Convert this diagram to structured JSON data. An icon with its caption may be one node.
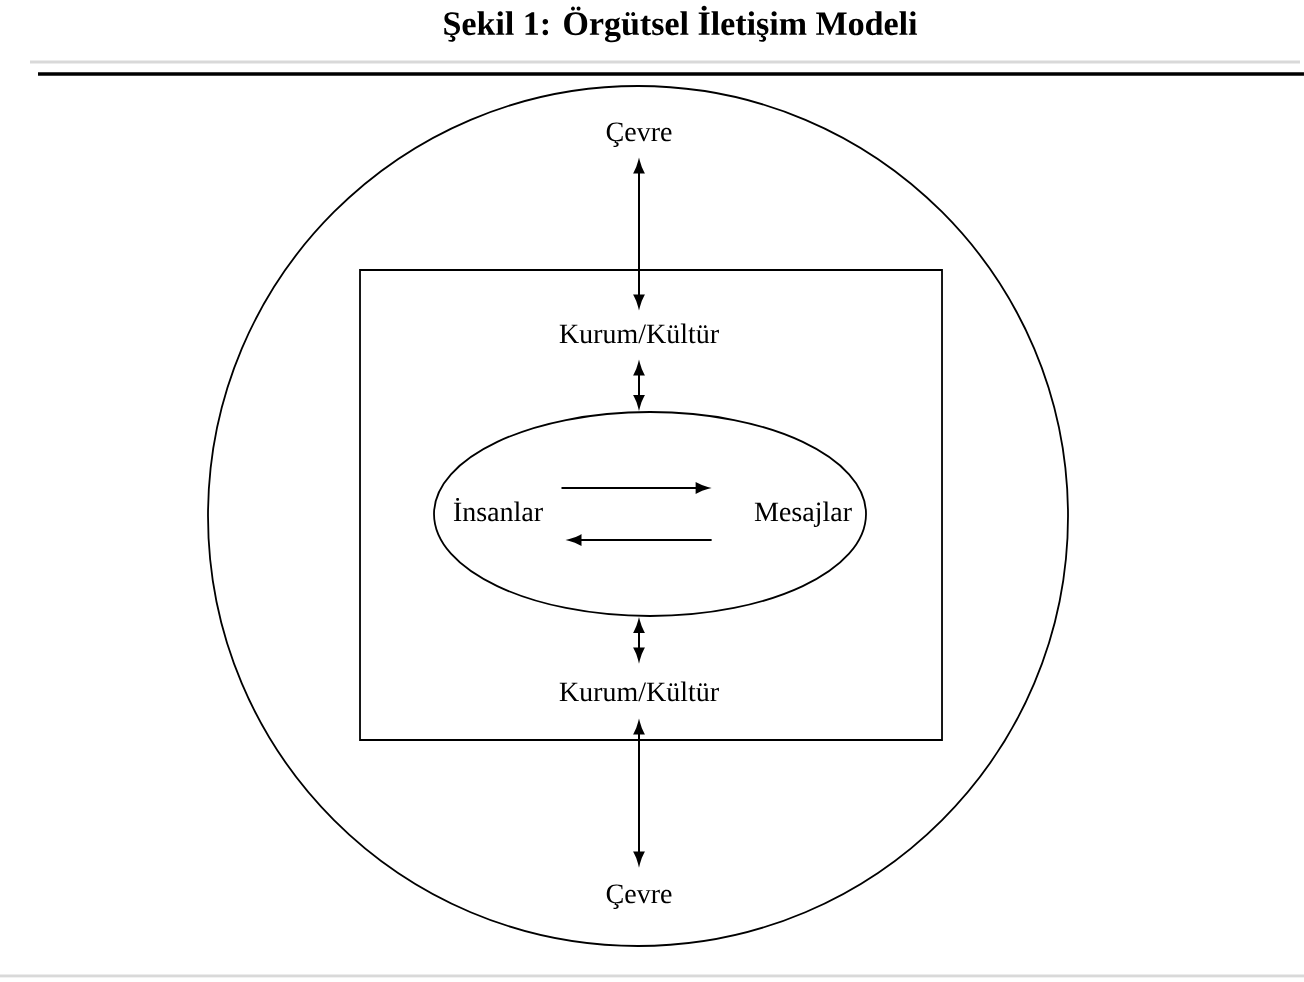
{
  "diagram": {
    "title": "Şekil 1: Örgütsel İletişim Modeli",
    "nodes": [
      {
        "text": [],
        "shape": "circle"
      },
      {
        "text": [
          "Çevre"
        ],
        "in": 0
      },
      {
        "text": [],
        "shape": "box",
        "in": 0
      },
      {
        "text": [
          "Kurum/Kültür"
        ],
        "in": 2
      },
      {
        "text": [],
        "shape": "ellipse",
        "in": 2
      },
      {
        "text": [
          "İnsanlar"
        ],
        "in": 4
      },
      {
        "text": [
          "Mesajlar"
        ],
        "in": 4
      },
      {
        "text": [
          "Kurum/Kültür"
        ],
        "in": 2
      },
      {
        "text": [
          "Çevre"
        ],
        "in": 0
      }
    ],
    "edges": [
      {
        "from": 1,
        "to": 3,
        "arrow": "both"
      },
      {
        "from": 3,
        "to": 4,
        "arrow": "both"
      },
      {
        "from": 5,
        "to": 6,
        "arrow": "to"
      },
      {
        "from": 6,
        "to": 5,
        "arrow": "to"
      },
      {
        "from": 4,
        "to": 7,
        "arrow": "both"
      },
      {
        "from": 7,
        "to": 8,
        "arrow": "both"
      }
    ]
  }
}
